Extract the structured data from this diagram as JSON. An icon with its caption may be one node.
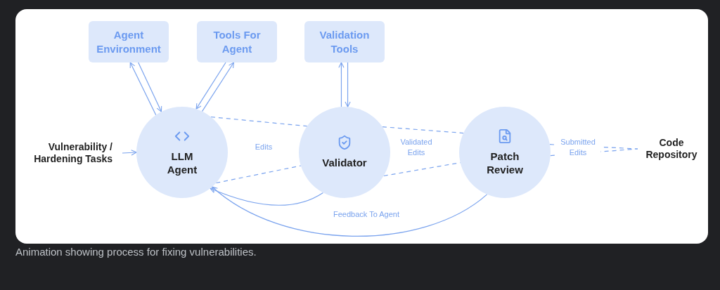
{
  "diagram": {
    "caption": "Animation showing process for fixing vulnerabilities.",
    "nodes": [
      {
        "text": [
          "Agent Environment"
        ]
      },
      {
        "text": [
          "Tools For Agent"
        ]
      },
      {
        "text": [
          "Validation Tools"
        ]
      },
      {
        "text": [
          "Vulnerability / Hardening Tasks"
        ]
      },
      {
        "text": [
          "LLM Agent"
        ]
      },
      {
        "text": [
          "Validator"
        ]
      },
      {
        "text": [
          "Patch Review"
        ]
      },
      {
        "text": [
          "Code Repository"
        ]
      }
    ],
    "edges": [
      {
        "from": 0,
        "to": 4,
        "arrow": "to"
      },
      {
        "from": 4,
        "to": 0,
        "arrow": "to"
      },
      {
        "from": 1,
        "to": 4,
        "arrow": "to"
      },
      {
        "from": 4,
        "to": 1,
        "arrow": "to"
      },
      {
        "from": 5,
        "to": 2,
        "arrow": "to"
      },
      {
        "from": 2,
        "to": 5,
        "arrow": "to"
      },
      {
        "from": 3,
        "to": 4,
        "arrow": "to"
      },
      {
        "from": 4,
        "to": 5,
        "arrow": "none",
        "style": "dashed",
        "label": "Edits"
      },
      {
        "from": 4,
        "to": 5,
        "arrow": "none",
        "style": "dashed"
      },
      {
        "from": 5,
        "to": 6,
        "arrow": "none",
        "style": "dashed",
        "label": "Validated Edits"
      },
      {
        "from": 5,
        "to": 6,
        "arrow": "none",
        "style": "dashed"
      },
      {
        "from": 6,
        "to": 7,
        "arrow": "none",
        "style": "dashed",
        "label": "Submitted Edits"
      },
      {
        "from": 6,
        "to": 7,
        "arrow": "none",
        "style": "dashed"
      },
      {
        "from": 5,
        "to": 4,
        "arrow": "to"
      },
      {
        "from": 6,
        "to": 4,
        "arrow": "to",
        "label": "Feedback To Agent"
      }
    ]
  }
}
